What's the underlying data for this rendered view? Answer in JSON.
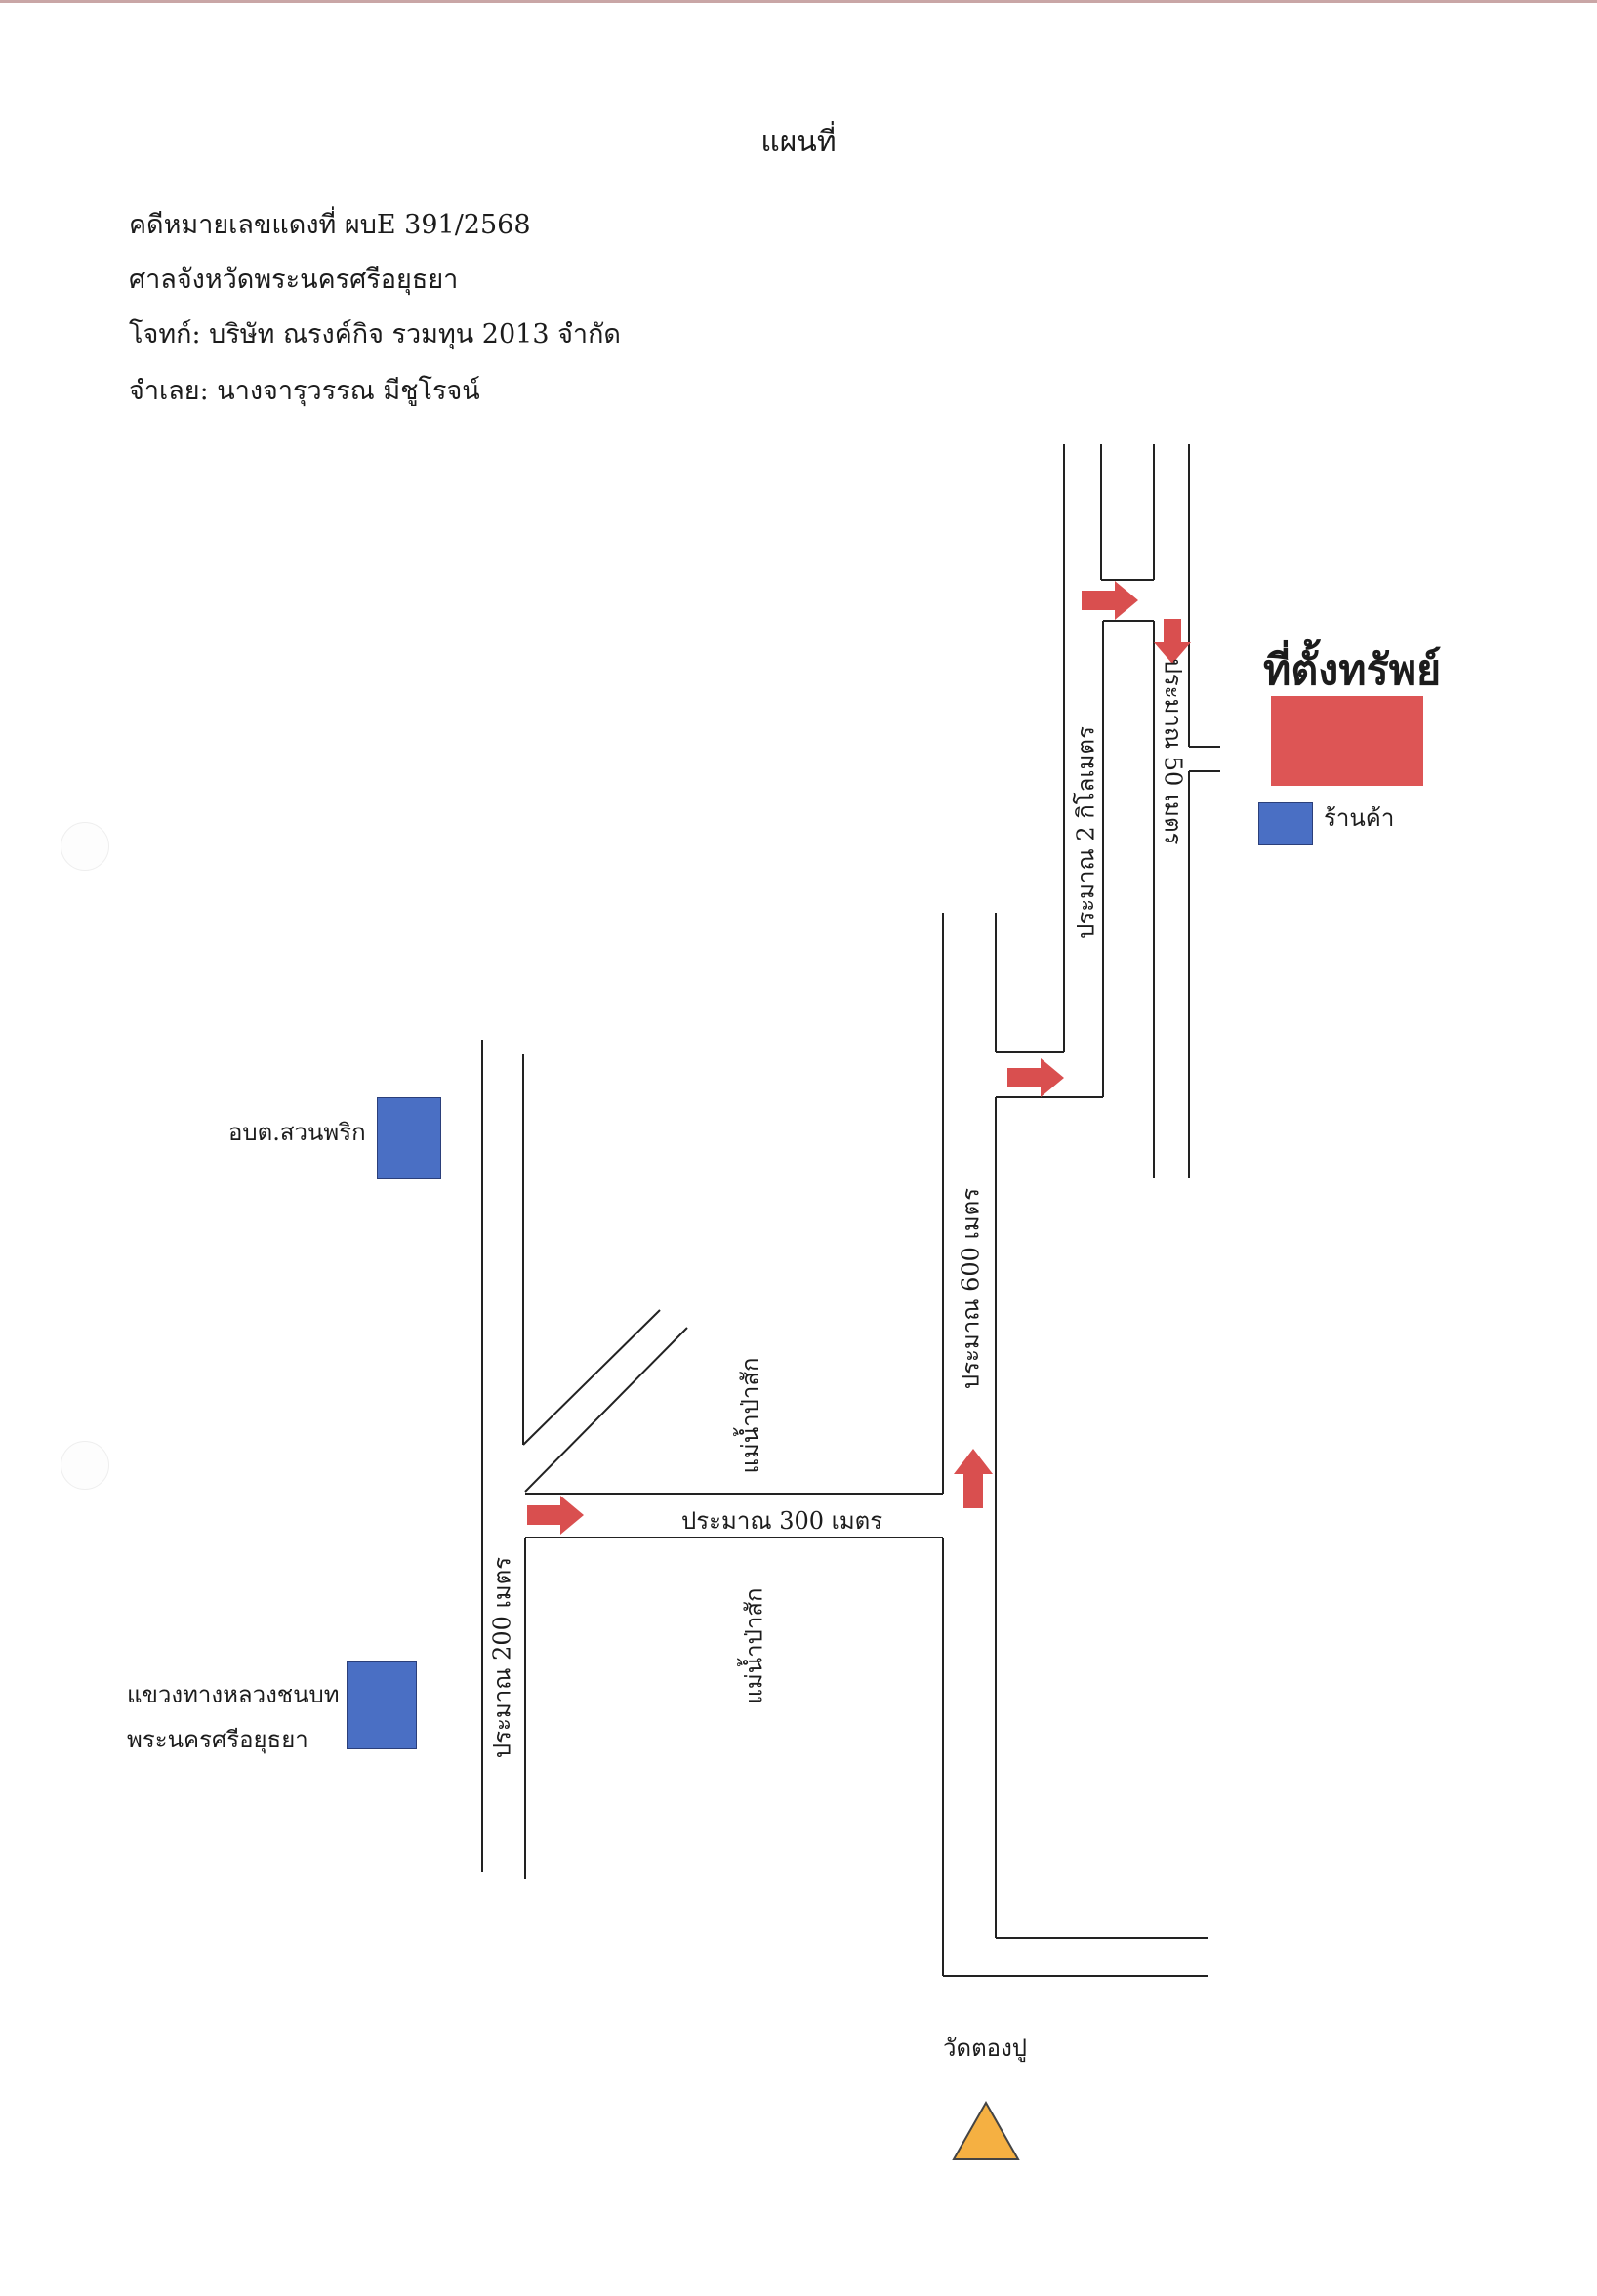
{
  "title": "แผนที่",
  "case": {
    "case_number": "คดีหมายเลขแดงที่ ผบE 391/2568",
    "court": "ศาลจังหวัดพระนครศรีอยุธยา",
    "plaintiff": "โจทก์: บริษัท ณรงค์กิจ รวมทุน 2013 จำกัด",
    "defendant": "จำเลย: นางจารุวรรณ  มีชูโรจน์"
  },
  "map": {
    "property_label": "ที่ตั้งทรัพย์",
    "landmarks": {
      "shop": "ร้านค้า",
      "sao": "อบต.สวนพริก",
      "highway_office_line1": "แขวงทางหลวงชนบท",
      "highway_office_line2": "พระนครศรีอยุธยา",
      "temple": "วัดตองปู"
    },
    "river_labels": [
      "แม่น้ำป่าสัก",
      "แม่น้ำป่าสัก"
    ],
    "distances": {
      "d200": "ประมาณ 200 เมตร",
      "d300": "ประมาณ 300 เมตร",
      "d600": "ประมาณ 600 เมตร",
      "d2km": "ประมาณ 2 กิโลเมตร",
      "d50": "ประมาณ 50 เมตร"
    },
    "colors": {
      "property": "#dd5555",
      "arrow": "#d94f4f",
      "landmark": "#4a6fc4",
      "temple": "#f5b042",
      "road": "#222222"
    }
  }
}
